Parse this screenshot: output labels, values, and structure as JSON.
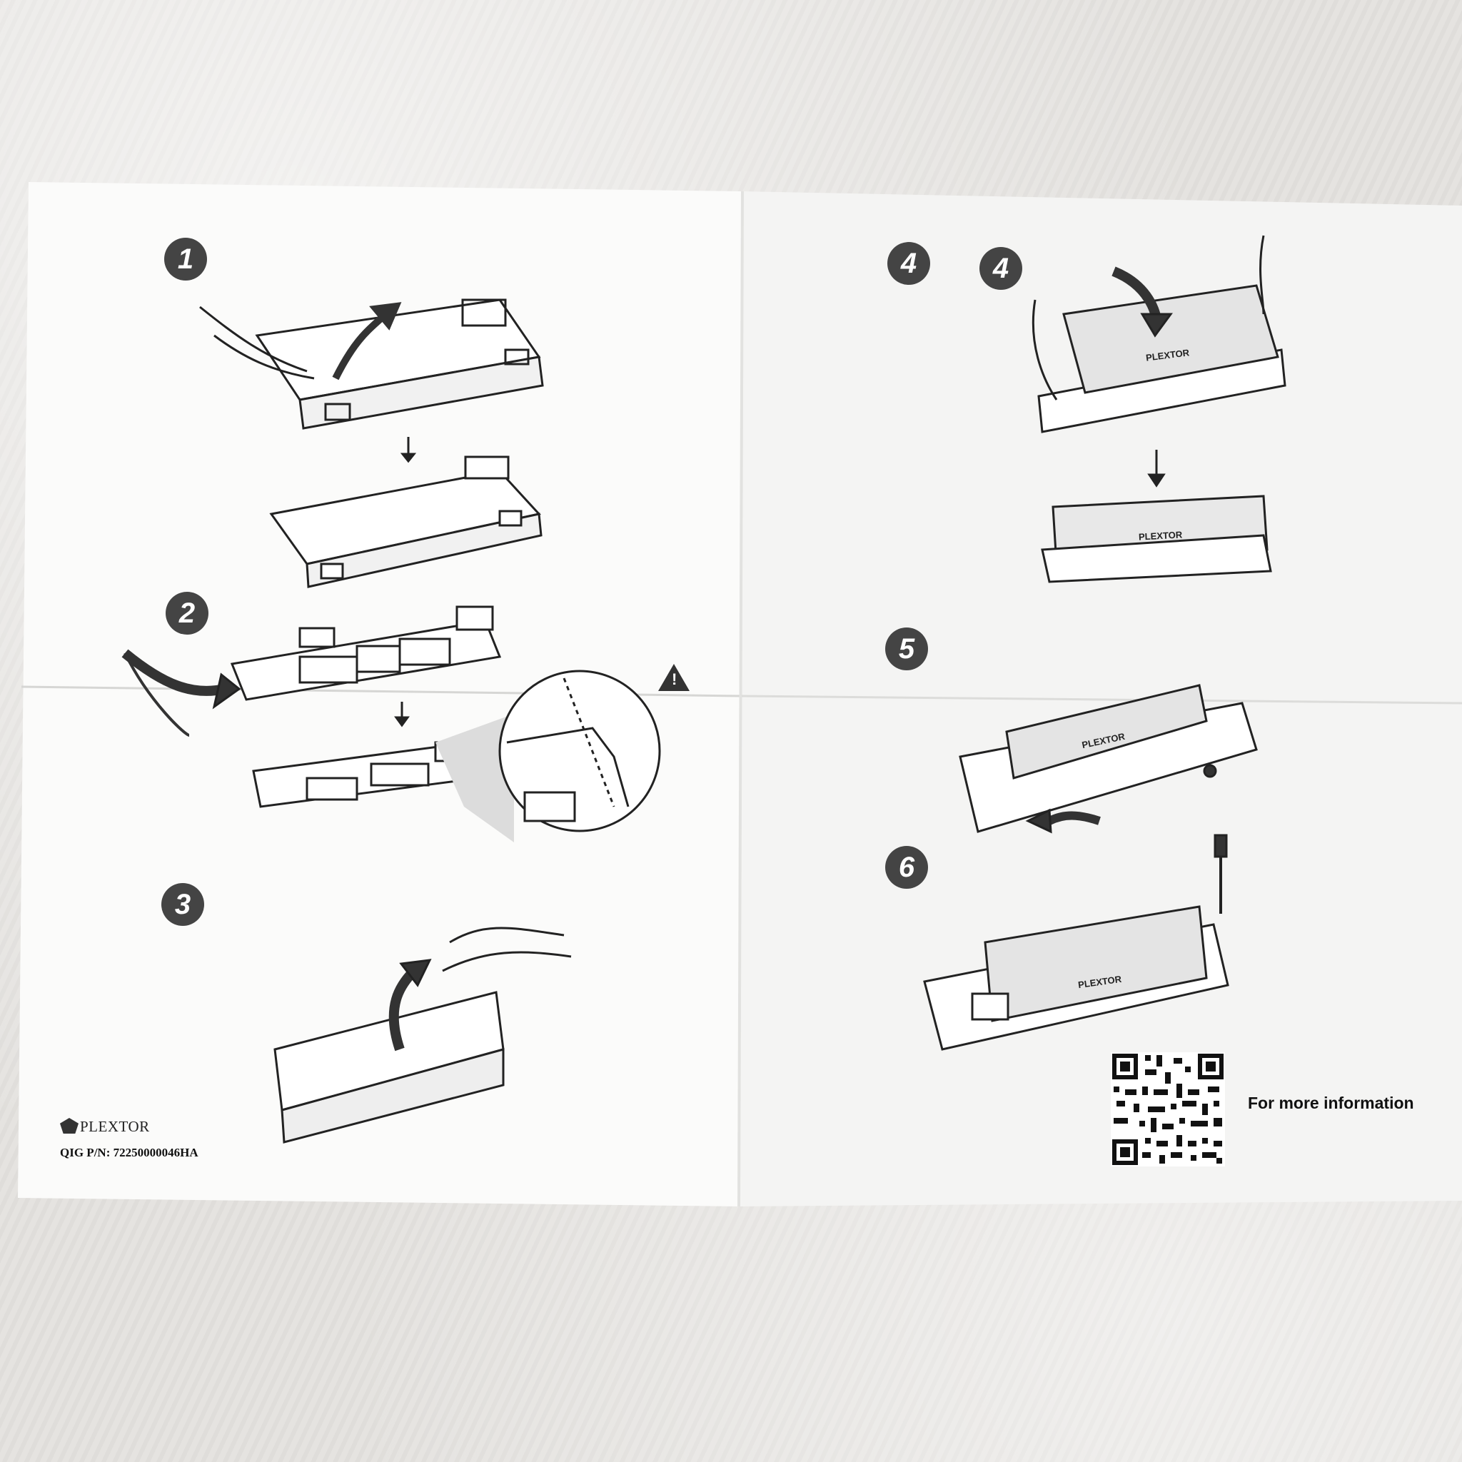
{
  "steps": {
    "step1": "1",
    "step2": "2",
    "step3": "3",
    "step4a": "4",
    "step4b": "4",
    "step5": "5",
    "step6": "6"
  },
  "labels": {
    "heatsink_brand_1": "PLEXTOR",
    "heatsink_brand_2": "PLEXTOR",
    "heatsink_brand_3": "PLEXTOR",
    "heatsink_brand_4": "PLEXTOR"
  },
  "footer": {
    "brand": "PLEXTOR",
    "qig": "QIG P/N: 72250000046HA",
    "more_info": "For more information"
  },
  "warning_glyph": "!"
}
